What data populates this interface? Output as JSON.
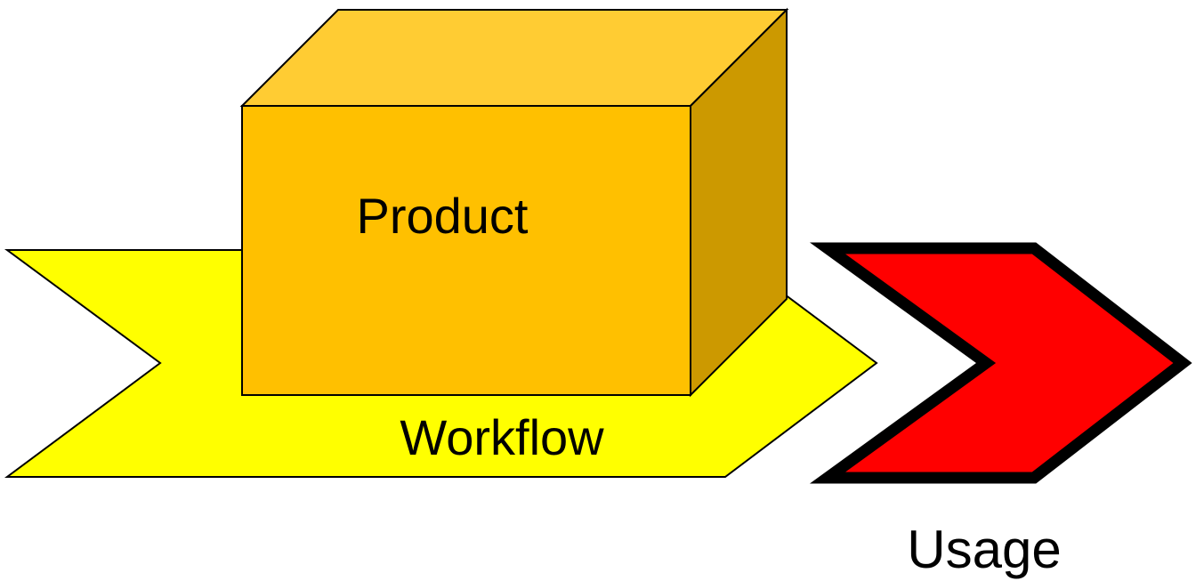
{
  "labels": {
    "product": "Product",
    "workflow": "Workflow",
    "usage": "Usage"
  },
  "colors": {
    "workflow_fill": "#FFFF00",
    "box_front": "#FFC000",
    "box_top": "#FFCC33",
    "box_side": "#CC9900",
    "usage_fill": "#FF0000",
    "outline": "#000000"
  }
}
